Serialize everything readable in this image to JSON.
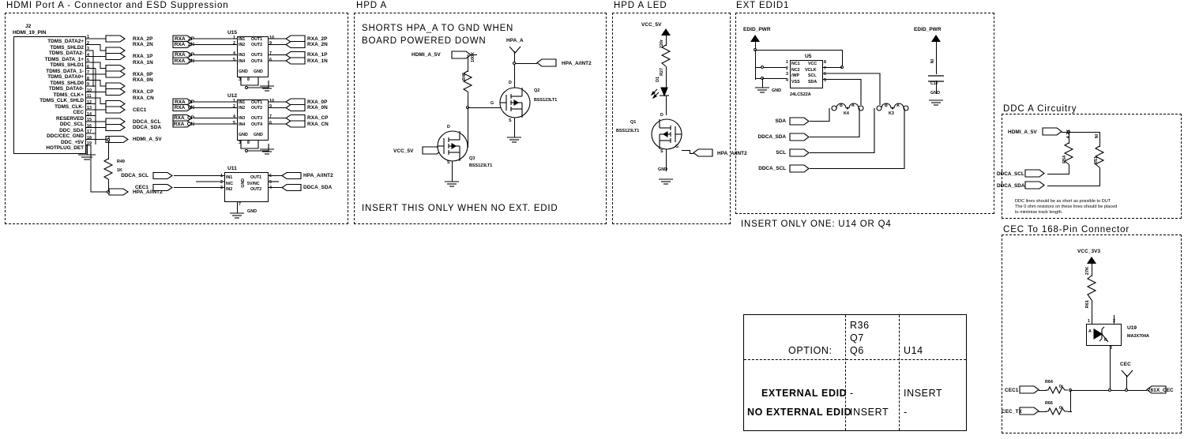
{
  "sheet": {
    "sections": [
      {
        "id": "hdmi-port-a",
        "title": "HDMI Port A  -  Connector and ESD Suppression"
      },
      {
        "id": "hpd-a",
        "title": "HPD A"
      },
      {
        "id": "hpd-a-led",
        "title": "HPD A LED"
      },
      {
        "id": "ext-edid1",
        "title": "EXT EDID1"
      },
      {
        "id": "ddc-a-circuitry",
        "title": "DDC A Circuitry"
      },
      {
        "id": "cec-to-168-pin",
        "title": "CEC To 168-Pin Connector"
      }
    ]
  },
  "hdmi_port_a": {
    "connector": {
      "refdes": "J2",
      "part": "HDMI_19_PIN",
      "pins": [
        {
          "num": "1",
          "name": "TDMS_DATA2+"
        },
        {
          "num": "2",
          "name": "TDMS_SHLD2"
        },
        {
          "num": "3",
          "name": "TDMS_DATA2-"
        },
        {
          "num": "4",
          "name": "TDMS_DATA_1+"
        },
        {
          "num": "5",
          "name": "TDMS_SHLD1"
        },
        {
          "num": "6",
          "name": "TDMS_DATA_1-"
        },
        {
          "num": "7",
          "name": "TDMS_DATA0+"
        },
        {
          "num": "8",
          "name": "TDMS_SHLD0"
        },
        {
          "num": "9",
          "name": "TDMS_DATA0-"
        },
        {
          "num": "10",
          "name": "TDMS_CLK+"
        },
        {
          "num": "11",
          "name": "TDMS_CLK_SHLD"
        },
        {
          "num": "12",
          "name": "TDMS_CLK-"
        },
        {
          "num": "13",
          "name": "CEC"
        },
        {
          "num": "14",
          "name": "RESERVED"
        },
        {
          "num": "15",
          "name": "DDC_SCL"
        },
        {
          "num": "16",
          "name": "DDC_SDA"
        },
        {
          "num": "17",
          "name": "DDC/CEC_GND"
        },
        {
          "num": "18",
          "name": "DDC_+5V"
        },
        {
          "num": "19",
          "name": "HOTPLUG_DET"
        }
      ]
    },
    "connector_nets": [
      "RXA_2P",
      "RXA_2N",
      "RXA_1P",
      "RXA_1N",
      "RXA_0P",
      "RXA_0N",
      "RXA_CP",
      "RXA_CN",
      "CEC1",
      "DDCA_SCL",
      "DDCA_SDA",
      "HDMI_A_5V",
      "HPA_A/INT2"
    ],
    "r49": {
      "refdes": "R49",
      "value": "1K"
    },
    "u15": {
      "refdes": "U15",
      "left_pins": [
        {
          "num": "1",
          "name": "IN1"
        },
        {
          "num": "2",
          "name": "IN2"
        },
        {
          "num": "4",
          "name": "IN3"
        },
        {
          "num": "5",
          "name": "IN4"
        }
      ],
      "right_pins": [
        {
          "num": "10",
          "name": "OUT1"
        },
        {
          "num": "9",
          "name": "OUT2"
        },
        {
          "num": "7",
          "name": "OUT3"
        },
        {
          "num": "6",
          "name": "OUT4"
        }
      ],
      "gnd_pins": [
        {
          "num": "3",
          "name": "GND"
        },
        {
          "num": "8",
          "name": "GND"
        }
      ],
      "in_nets": [
        "RXA_2P",
        "RXA_2N",
        "RXA_1P",
        "RXA_1N"
      ],
      "out_nets": [
        "RXA_2P",
        "RXA_2N",
        "RXA_1P",
        "RXA_1N"
      ]
    },
    "u12": {
      "refdes": "U12",
      "left_pins": [
        {
          "num": "1",
          "name": "IN1"
        },
        {
          "num": "2",
          "name": "IN2"
        },
        {
          "num": "4",
          "name": "IN3"
        },
        {
          "num": "5",
          "name": "IN4"
        }
      ],
      "right_pins": [
        {
          "num": "10",
          "name": "OUT1"
        },
        {
          "num": "9",
          "name": "OUT2"
        },
        {
          "num": "7",
          "name": "OUT3"
        },
        {
          "num": "6",
          "name": "OUT4"
        }
      ],
      "gnd_pins": [
        {
          "num": "3",
          "name": "GND"
        },
        {
          "num": "8",
          "name": "GND"
        }
      ],
      "in_nets": [
        "RXA_0P",
        "RXA_0N",
        "RXA_CP",
        "RXA_CN"
      ],
      "out_nets": [
        "RXA_0P",
        "RXA_0N",
        "RXA_CP",
        "RXA_CN"
      ]
    },
    "u11": {
      "refdes": "U11",
      "left_pins": [
        {
          "num": "1",
          "name": "IN1"
        },
        {
          "num": "2",
          "name": "N/C"
        },
        {
          "num": "3",
          "name": "IN2"
        }
      ],
      "right_pins": [
        {
          "num": "6",
          "name": "OUT1"
        },
        {
          "num": "5",
          "name": "5V/NC"
        },
        {
          "num": "4",
          "name": "OUT2"
        }
      ],
      "gnd_pin": {
        "num": "7",
        "name": "GND"
      },
      "gnd_side_label": "GND",
      "in_nets": [
        "DDCA_SCL",
        "CEC1"
      ],
      "out_nets": [
        "HPA_A/INT2",
        "DDCA_SDA"
      ],
      "gnd_label": "GND"
    },
    "gnd_label": "GND"
  },
  "hpd_a": {
    "note_line1": "SHORTS HPA_A TO GND WHEN",
    "note_line2": "BOARD POWERED DOWN",
    "footer_note": "INSERT THIS ONLY WHEN NO EXT. EDID",
    "net_hdmi_a_5v": "HDMI_A_5V",
    "net_vcc_5v": "VCC_5V",
    "net_hpa_a": "HPA_A",
    "net_hpa_a_int2": "HPA_A/INT2",
    "r46": {
      "refdes": "R46",
      "value": "100K"
    },
    "q2": {
      "refdes": "Q2",
      "part": "BSS123LT1",
      "pin_d": "D",
      "pin_g": "G",
      "pin_s": "S"
    },
    "q3": {
      "refdes": "Q3",
      "part": "BSS123LT1",
      "pin_d": "D",
      "pin_g": "G",
      "pin_s": "S"
    }
  },
  "hpd_a_led": {
    "net_vcc_5v": "VCC_5V",
    "net_gnd": "GND",
    "net_hpa_a_int2": "HPA_A/INT2",
    "r27": {
      "refdes": "R27",
      "value": "220r"
    },
    "d1": {
      "refdes": "D1"
    },
    "q1": {
      "refdes": "Q1",
      "part": "BSS123LT1",
      "pin_d": "D",
      "pin_g": "G",
      "pin_s": "S"
    },
    "footer_note": "INSERT ONLY ONE: U14 OR Q4"
  },
  "ext_edid1": {
    "net_edid_pwr_left": "EDID_PWR",
    "net_edid_pwr_right": "EDID_PWR",
    "net_gnd_left": "GND",
    "net_gnd_right": "GND",
    "u5": {
      "refdes": "U5",
      "part": "24LCS22A",
      "left_pins": [
        {
          "num": "1",
          "name": "NC1"
        },
        {
          "num": "2",
          "name": "NC2"
        },
        {
          "num": "3",
          "name": "/WP"
        },
        {
          "num": "4",
          "name": "VSS"
        }
      ],
      "right_pins": [
        {
          "num": "8",
          "name": "VCC"
        },
        {
          "num": "7",
          "name": "VCLK"
        },
        {
          "num": "6",
          "name": "SCL"
        },
        {
          "num": "5",
          "name": "SDA"
        }
      ]
    },
    "c17": {
      "refdes": "C17",
      "value": "NI"
    },
    "k4": {
      "refdes": "K4",
      "pin_a": "A",
      "pin_b": "B"
    },
    "k3": {
      "refdes": "K3",
      "pin_a": "A",
      "pin_b": "B"
    },
    "nets": [
      "SDA",
      "DDCA_SDA",
      "SCL",
      "DDCA_SCL"
    ]
  },
  "ddc_a": {
    "net_hdmi_a_5v": "HDMI_A_5V",
    "net_ddca_scl": "DDCA_SCL",
    "net_ddca_sda": "DDCA_SDA",
    "r54": {
      "refdes": "R54",
      "value": "4.7K"
    },
    "r51": {
      "refdes": "R51",
      "value": "NI"
    },
    "note_line1": "DDC lines should be as short as possible to DUT",
    "note_line2": "The 0 ohm resistors on these lines should be placed",
    "note_line3": "to minimise track length."
  },
  "cec": {
    "net_vcc_3v3": "VCC_3V3",
    "net_cec1": "CEC1",
    "net_cec_tx": "CEC_TX",
    "net_cec": "CEC",
    "net_761x_cec": "761X_CEC",
    "r61": {
      "refdes": "R61",
      "value": "27K"
    },
    "r64": {
      "refdes": "R64",
      "value": "0r"
    },
    "r66": {
      "refdes": "R66",
      "value": "0r"
    },
    "u19": {
      "refdes": "U19",
      "part": "MA3X704A",
      "pin_a": "A",
      "pin_k": "K",
      "pin1": "1",
      "pin2": "2",
      "pin3": "3"
    }
  },
  "option_table": {
    "option_label": "OPTION:",
    "col1_parts": [
      "R36",
      "Q7",
      "Q6"
    ],
    "col2_parts": [
      "U14"
    ],
    "rows": [
      {
        "label": "EXTERNAL EDID",
        "col1": "-",
        "col2": "INSERT"
      },
      {
        "label": "NO EXTERNAL EDID",
        "col1": "INSERT",
        "col2": "-"
      }
    ]
  }
}
